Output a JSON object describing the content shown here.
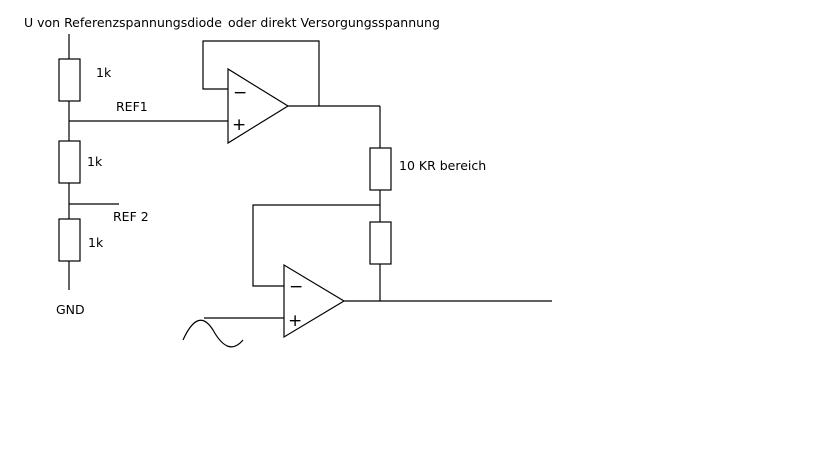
{
  "labels": {
    "supply_source": "U von Referenzspannungsdiode",
    "supply_alt": "oder direkt Versorgungsspannung",
    "r1": "1k",
    "r2": "1k",
    "r3": "1k",
    "ref1": "REF1",
    "ref2": "REF 2",
    "gnd": "GND",
    "r_range": "10 KR bereich"
  },
  "opamp_signs": {
    "inverting": "−",
    "non_inverting": "+"
  },
  "colors": {
    "line": "#000000",
    "background": "#ffffff"
  }
}
